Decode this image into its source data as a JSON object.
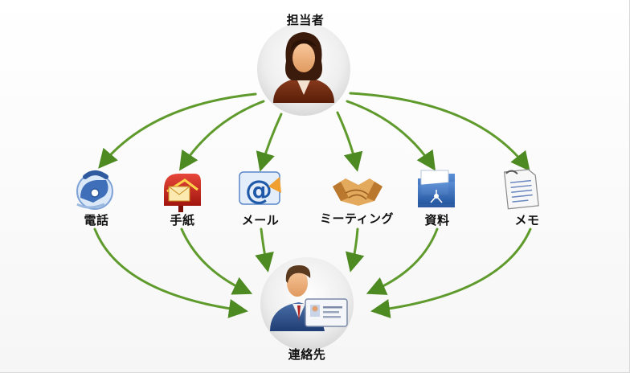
{
  "nodes": {
    "owner": {
      "label": "担当者"
    },
    "contact": {
      "label": "連絡先"
    },
    "phone": {
      "label": "電話"
    },
    "letter": {
      "label": "手紙"
    },
    "mail": {
      "label": "メール"
    },
    "meeting": {
      "label": "ミーティング"
    },
    "docs": {
      "label": "資料"
    },
    "memo": {
      "label": "メモ"
    }
  },
  "colors": {
    "arrow": "#5f9a2c",
    "arrow_dark": "#3e6e18",
    "circle": "#e6e6e6"
  }
}
